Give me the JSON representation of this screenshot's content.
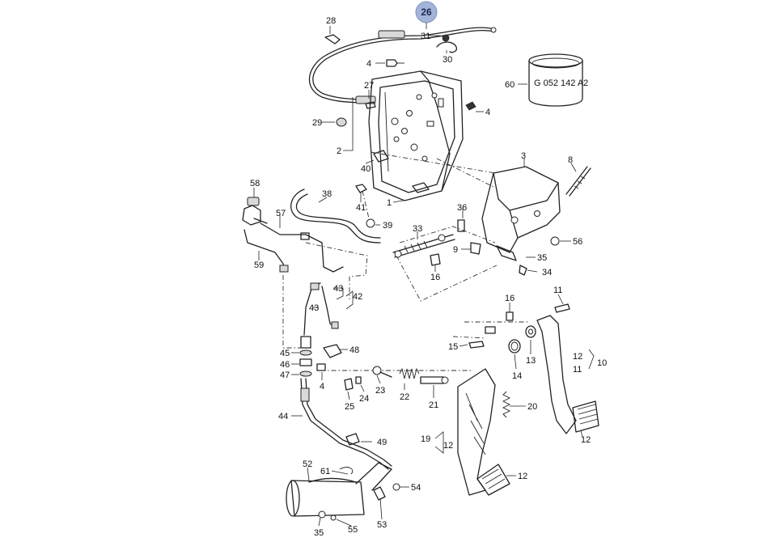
{
  "highlight": {
    "number": "26"
  },
  "callouts": {
    "c28": "28",
    "c31": "31",
    "c30": "30",
    "c4a": "4",
    "c27": "27",
    "c4b": "4",
    "c29": "29",
    "c2": "2",
    "c40": "40",
    "c1": "1",
    "c41": "41",
    "c3": "3",
    "c8": "8",
    "c58": "58",
    "c38": "38",
    "c57": "57",
    "c39": "39",
    "c36": "36",
    "c33": "33",
    "c9": "9",
    "c56": "56",
    "c59": "59",
    "c35a": "35",
    "c34": "34",
    "c16a": "16",
    "c43a": "43",
    "c42": "42",
    "c43b": "43",
    "c11": "11",
    "c16b": "16",
    "c45": "45",
    "c48": "48",
    "c46": "46",
    "c47": "47",
    "c4c": "4",
    "c15": "15",
    "c13": "13",
    "c14": "14",
    "c12a": "12",
    "c11b": "11",
    "c10": "10",
    "c23": "23",
    "c24": "24",
    "c22": "22",
    "c21": "21",
    "c25": "25",
    "c20": "20",
    "c44": "44",
    "c49": "49",
    "c19": "19",
    "c12b": "12",
    "c12c": "12",
    "c12d": "12",
    "c52": "52",
    "c61": "61",
    "c54": "54",
    "c53": "53",
    "c35b": "35",
    "c55": "55",
    "c60": "60"
  },
  "part_stamp": "G 052 142 A2"
}
